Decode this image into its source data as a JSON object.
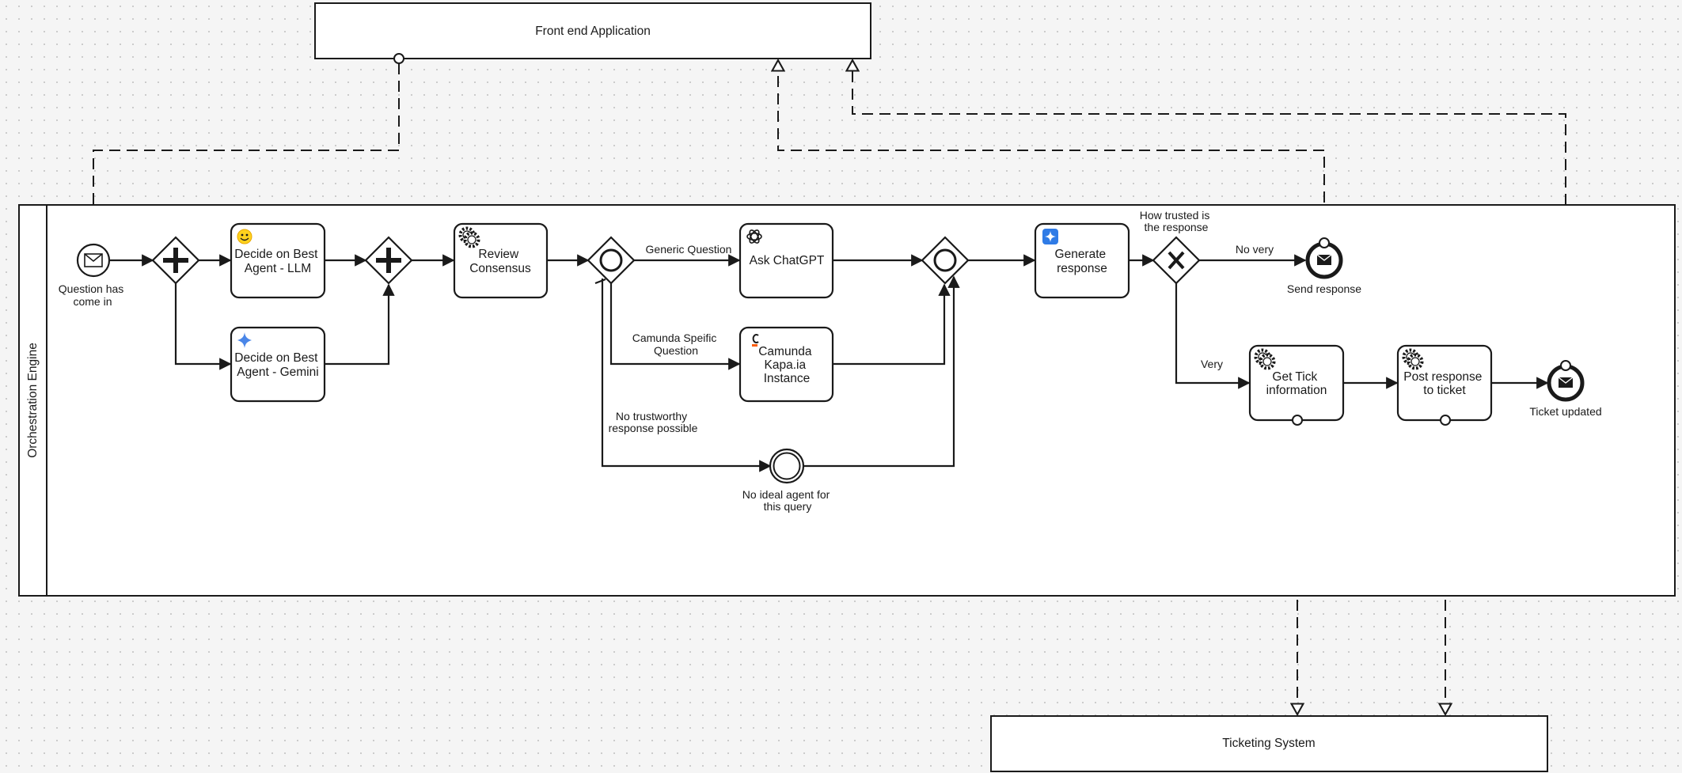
{
  "pools": {
    "frontend": {
      "label": "Front end Application"
    },
    "ticketing": {
      "label": "Ticketing System"
    },
    "orchestration": {
      "label": "Orchestration Engine"
    }
  },
  "events": {
    "start": {
      "label_lines": [
        "Question has",
        "come in"
      ]
    },
    "no_ideal": {
      "label_lines": [
        "No ideal agent for",
        "this query"
      ]
    },
    "send_response": {
      "label_lines": [
        "Send response"
      ]
    },
    "ticket_updated": {
      "label_lines": [
        "Ticket updated"
      ]
    }
  },
  "tasks": {
    "llm": {
      "label_lines": [
        "Decide on Best",
        "Agent - LLM"
      ],
      "icon": "hugging-face-icon"
    },
    "gemini": {
      "label_lines": [
        "Decide on Best",
        "Agent - Gemini"
      ],
      "icon": "gemini-sparkle-icon"
    },
    "review": {
      "label_lines": [
        "Review",
        "Consensus"
      ],
      "icon": "service-gear-icon"
    },
    "chatgpt": {
      "label_lines": [
        "Ask ChatGPT"
      ],
      "icon": "openai-icon"
    },
    "kapa": {
      "label_lines": [
        "Camunda",
        "Kapa.ia",
        "Instance"
      ],
      "icon": "camunda-c-icon"
    },
    "generate": {
      "label_lines": [
        "Generate",
        "response"
      ],
      "icon": "sparkle-app-icon"
    },
    "tick": {
      "label_lines": [
        "Get Tick",
        "information"
      ],
      "icon": "service-gear-icon"
    },
    "post": {
      "label_lines": [
        "Post response",
        "to ticket"
      ],
      "icon": "service-gear-icon"
    }
  },
  "flow_labels": {
    "generic": "Generic Question",
    "camunda_lines": [
      "Camunda Speific",
      "Question"
    ],
    "untrust_lines": [
      "No trustworthy",
      "response possible"
    ],
    "trusted_lines": [
      "How trusted is",
      "the response"
    ],
    "no_very": "No very",
    "very": "Very"
  },
  "colors": {
    "stroke": "#1a1a1a",
    "fill": "#ffffff",
    "canvas": "#f5f5f5",
    "grid_dot": "#c8c8c8"
  }
}
